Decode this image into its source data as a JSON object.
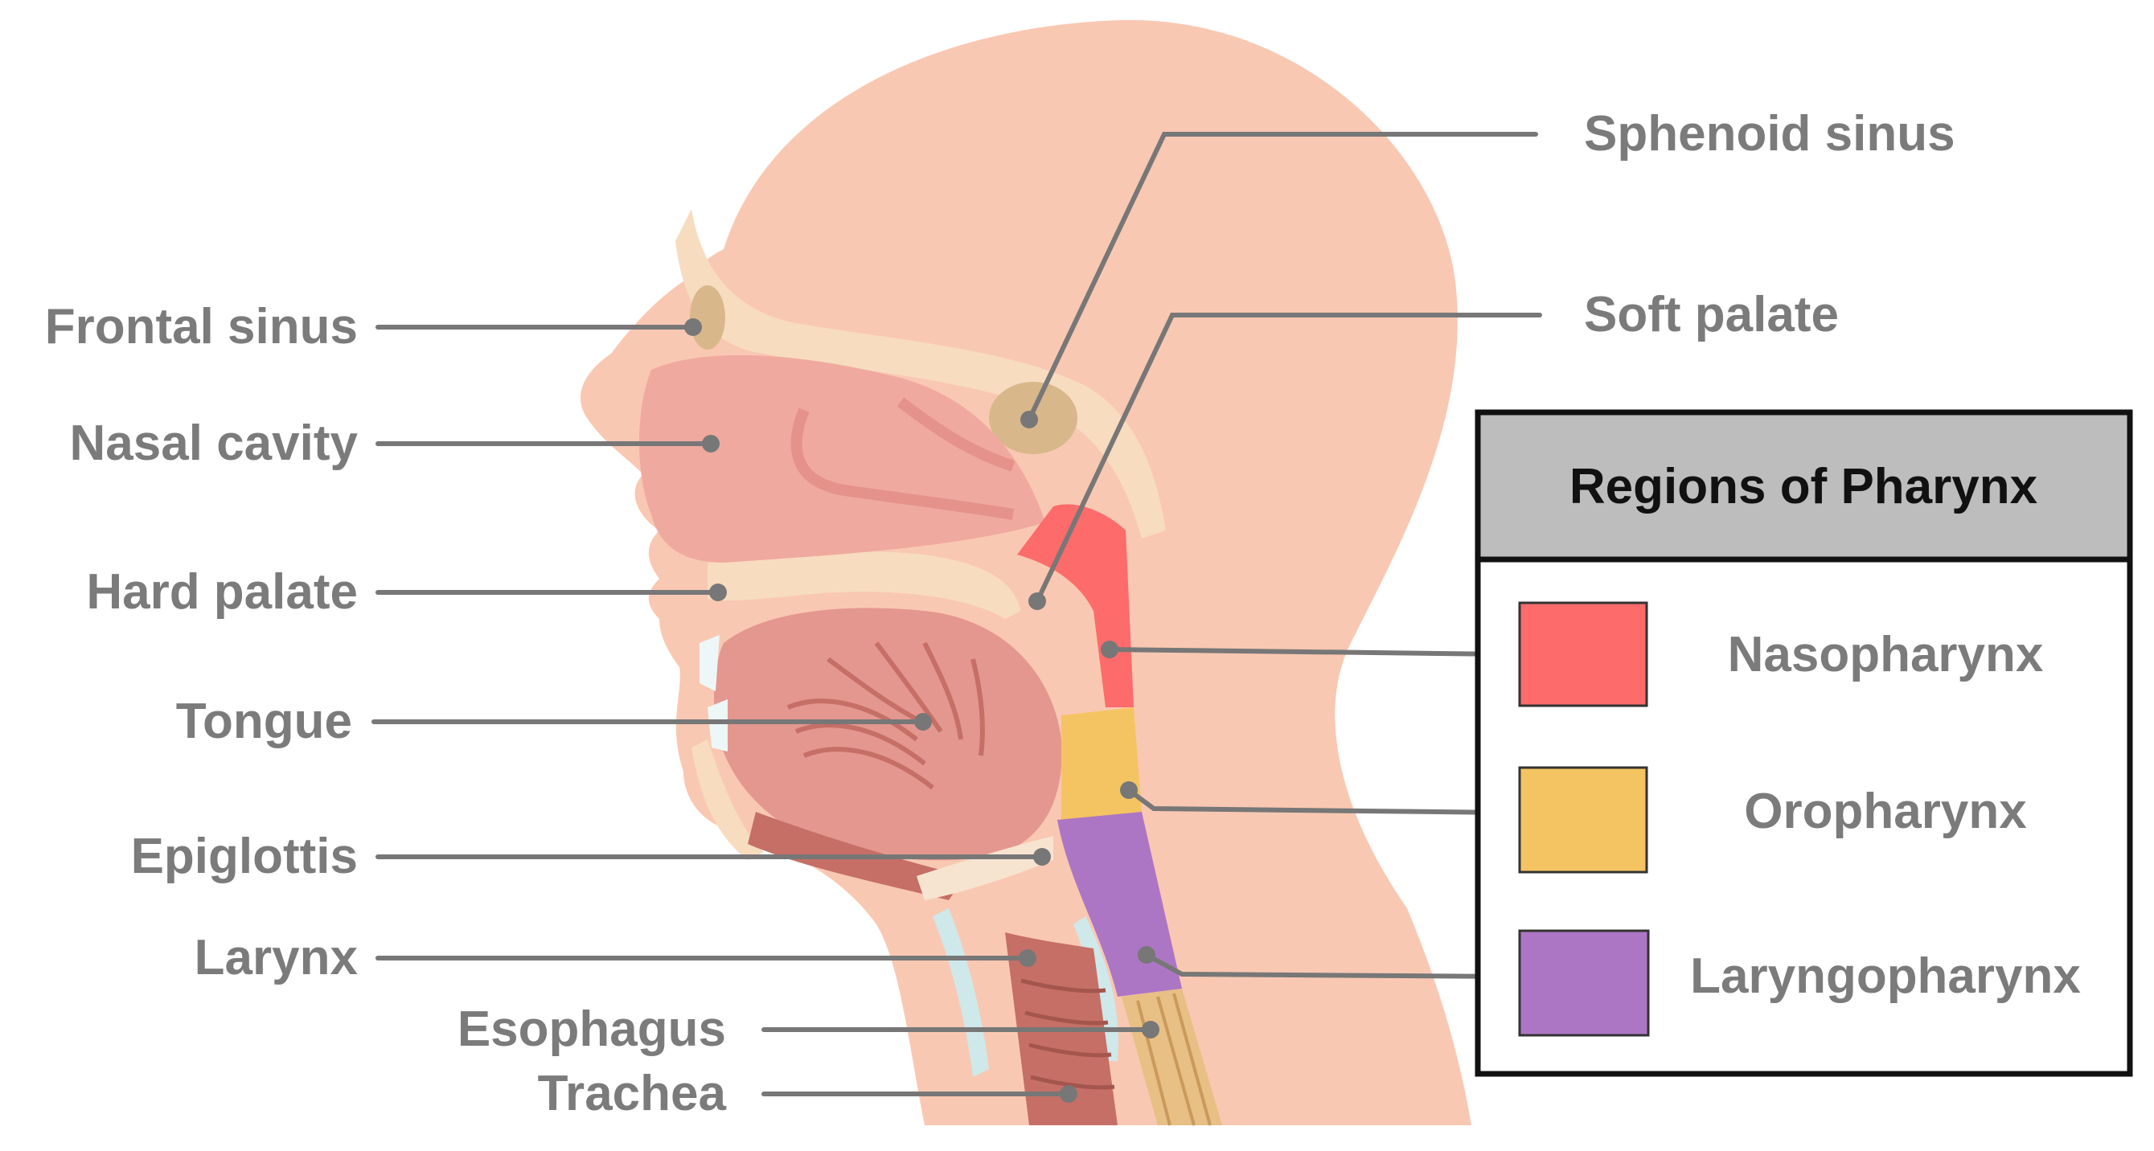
{
  "labels_left": {
    "frontal_sinus": "Frontal sinus",
    "nasal_cavity": "Nasal cavity",
    "hard_palate": "Hard palate",
    "tongue": "Tongue",
    "epiglottis": "Epiglottis",
    "larynx": "Larynx",
    "esophagus": "Esophagus",
    "trachea": "Trachea"
  },
  "labels_right": {
    "sphenoid_sinus": "Sphenoid sinus",
    "soft_palate": "Soft palate"
  },
  "legend": {
    "title": "Regions of Pharynx",
    "items": [
      {
        "label": "Nasopharynx",
        "color": "#fd6b6b"
      },
      {
        "label": "Oropharynx",
        "color": "#f5c462"
      },
      {
        "label": "Laryngopharynx",
        "color": "#ad76c4"
      }
    ]
  },
  "colors": {
    "skin": "#f9c8b2",
    "bone": "#f7dcc0",
    "sinus": "#d8b88a",
    "nasal": "#f0a99f",
    "tongue": "#e4978f",
    "muscle": "#c56f66",
    "cartilage": "#cfe8ea",
    "esophagus": "#e8bf84",
    "leader": "#777777",
    "legend_header": "#bdbdbd"
  }
}
